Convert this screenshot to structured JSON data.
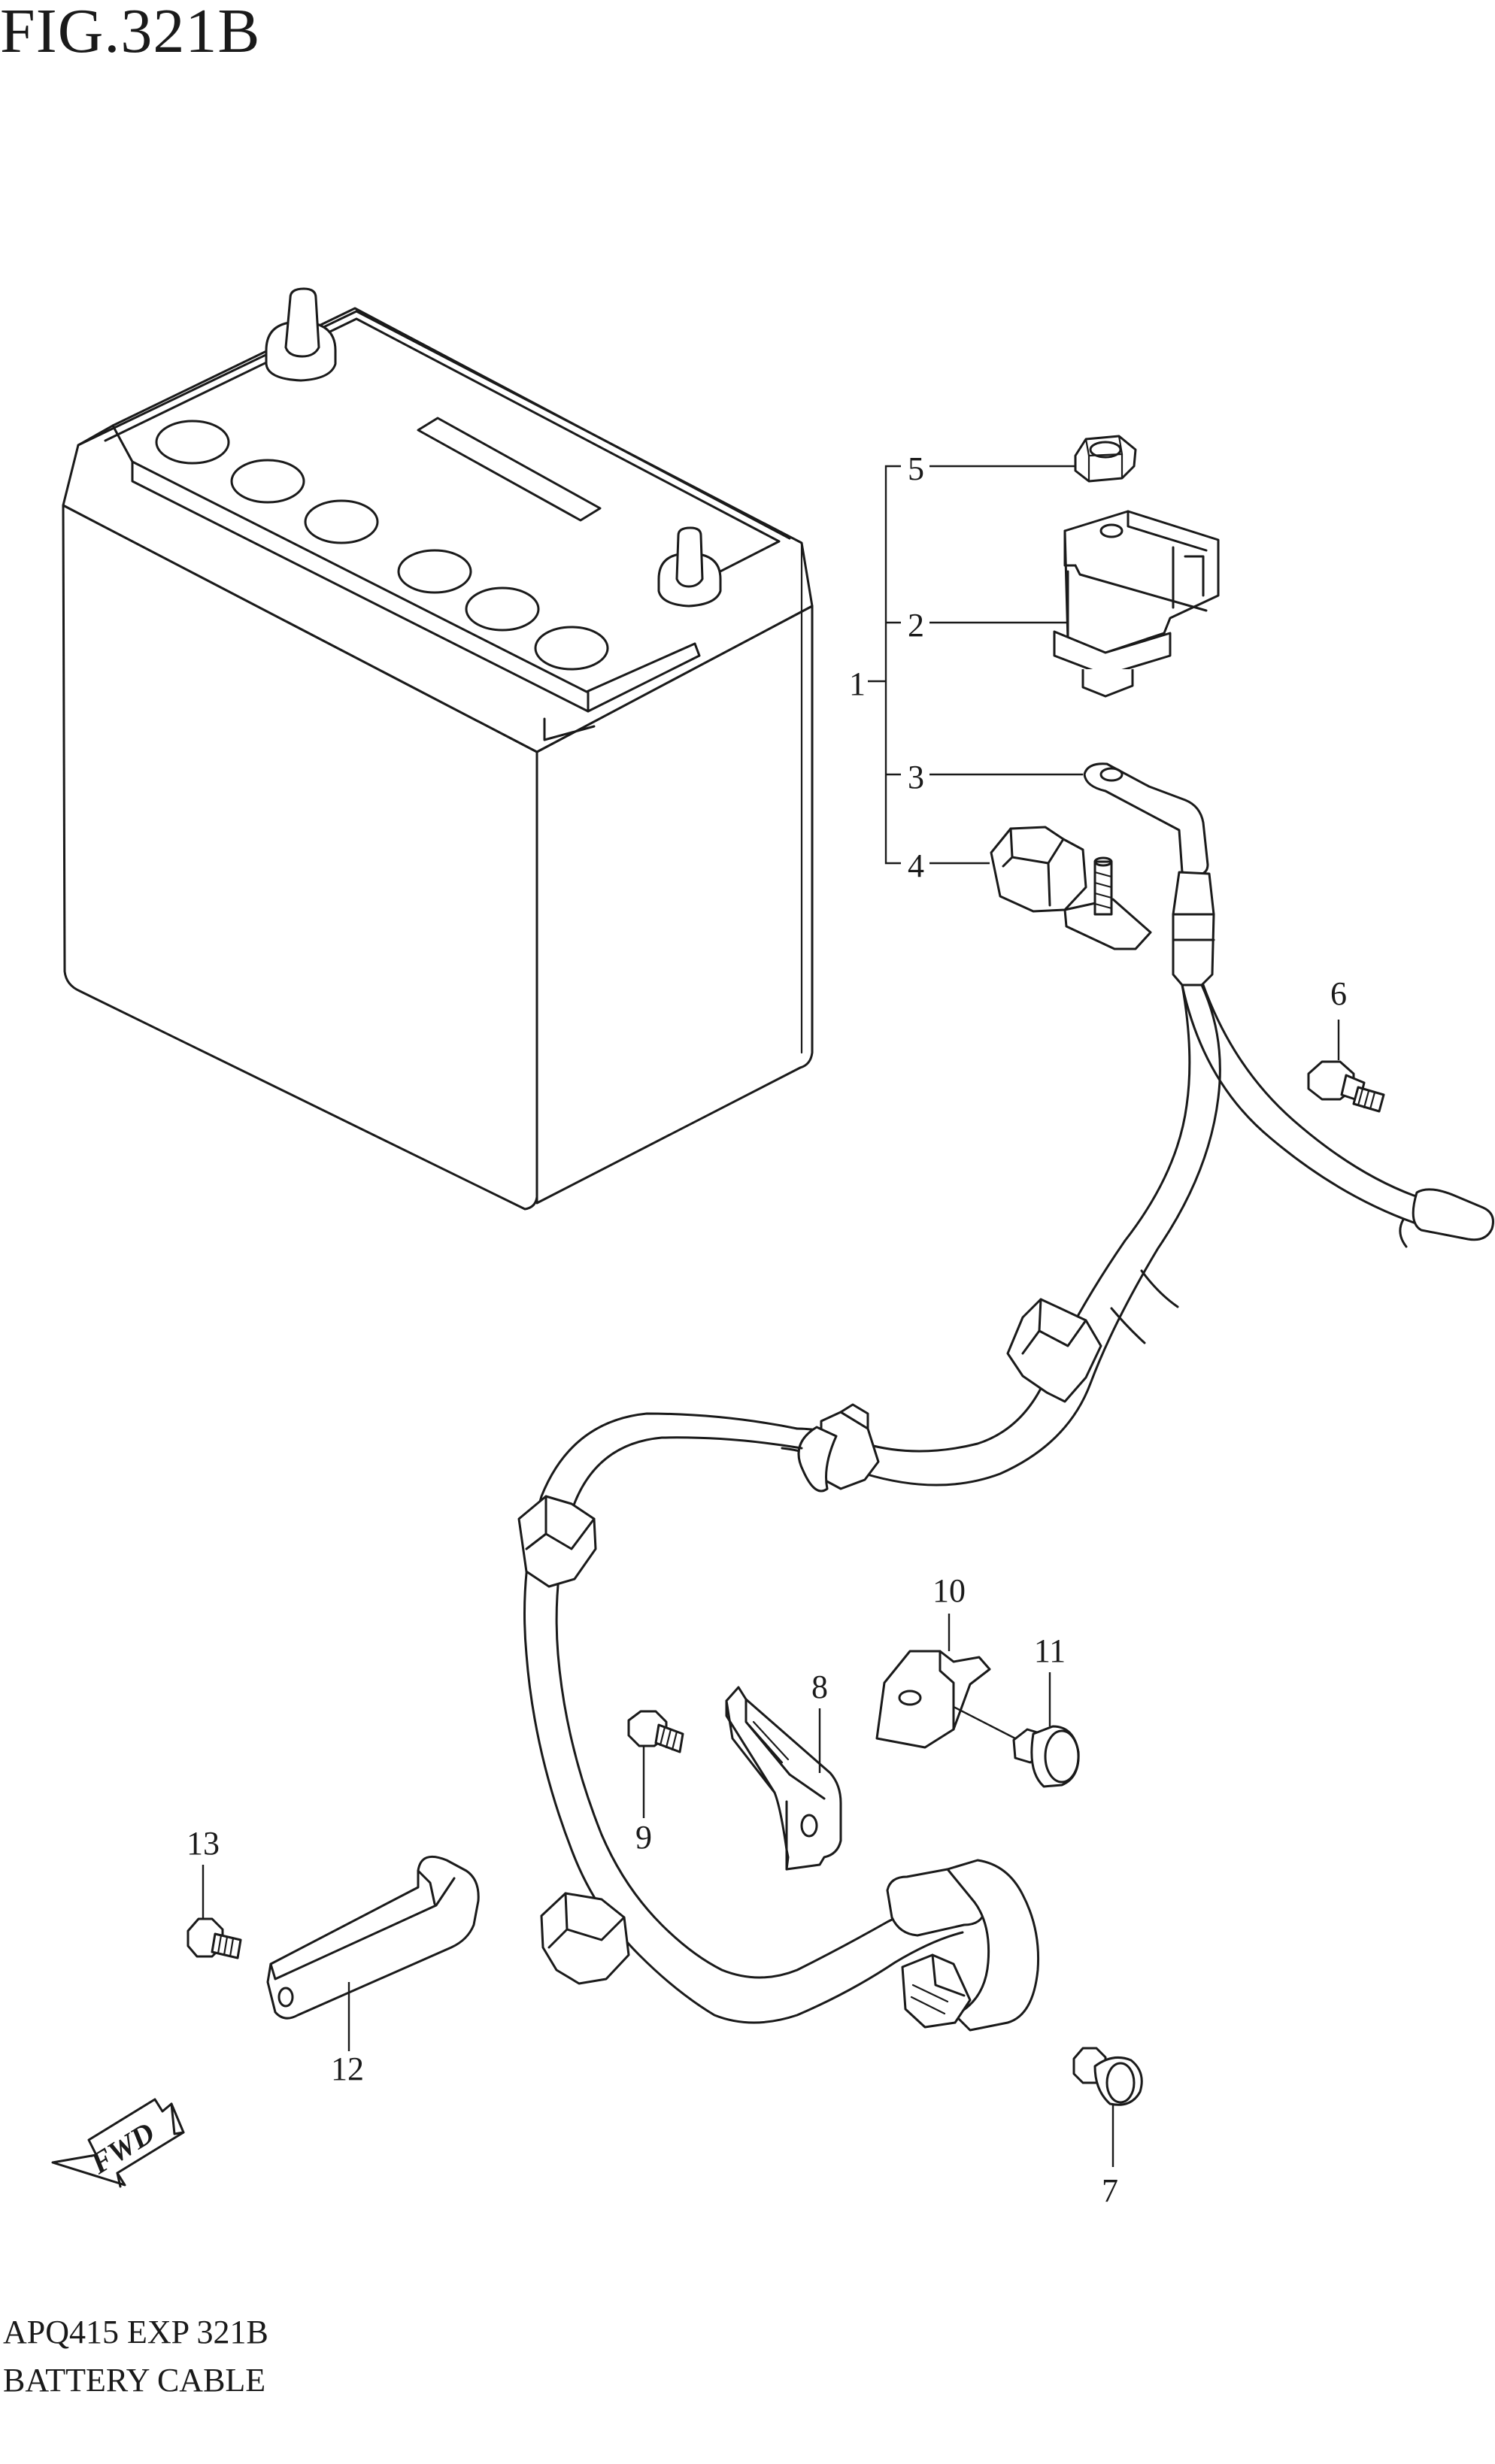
{
  "figure": {
    "title": "FIG.321B",
    "code": "APQ415 EXP 321B",
    "name": "BATTERY CABLE"
  },
  "fwd_arrow": {
    "label": "FWD"
  },
  "callouts": {
    "c1": "1",
    "c2": "2",
    "c3": "3",
    "c4": "4",
    "c5": "5",
    "c6": "6",
    "c7": "7",
    "c8": "8",
    "c9": "9",
    "c10": "10",
    "c11": "11",
    "c12": "12",
    "c13": "13"
  }
}
